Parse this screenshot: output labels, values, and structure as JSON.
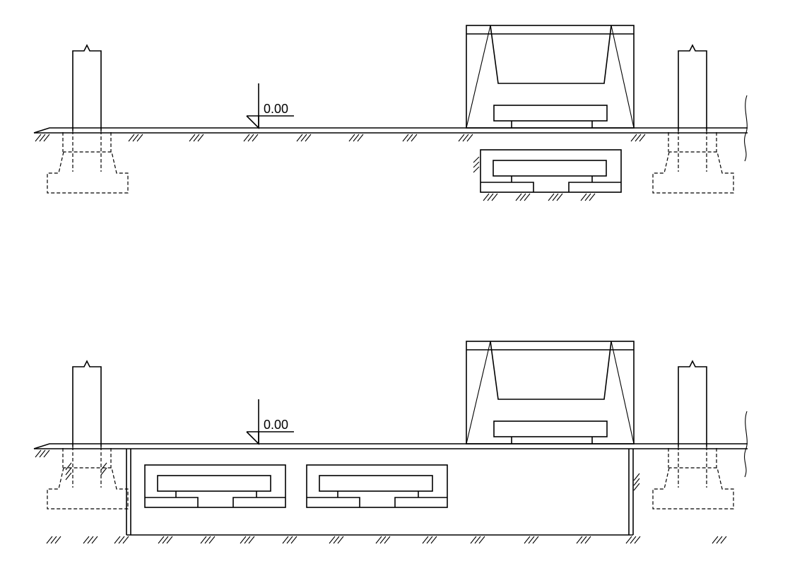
{
  "diagram": {
    "sections": [
      {
        "id": "upper",
        "elevation_label": "0.00"
      },
      {
        "id": "lower",
        "elevation_label": "0.00"
      }
    ],
    "colors": {
      "line": "#000000",
      "background": "#ffffff"
    }
  }
}
